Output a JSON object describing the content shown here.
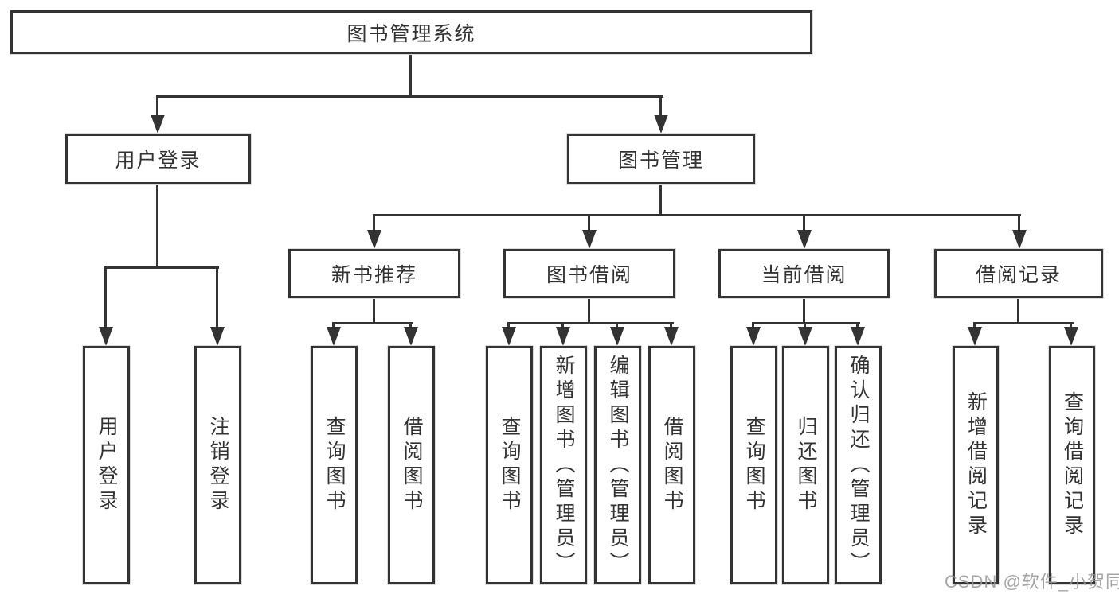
{
  "title": "图书管理系统",
  "colors": {
    "line": "#333333",
    "text": "#333333",
    "background": "#ffffff",
    "watermark": "#969696"
  },
  "watermark": "CSDN @软件_小贺同学",
  "nodes": {
    "root": "图书管理系统",
    "user_login": "用户登录",
    "book_mgmt": "图书管理",
    "new_book_rec": "新书推荐",
    "book_borrowing": "图书借阅",
    "current_borrowing": "当前借阅",
    "borrowing_records": "借阅记录",
    "leaf_user_login": "用户登录",
    "leaf_logout": "注销登录",
    "rec_query_books": "查询图书",
    "rec_borrow_books": "借阅图书",
    "bb_query_books": "查询图书",
    "bb_add_books": "新增图书（管理员）",
    "bb_edit_books": "编辑图书（管理员）",
    "bb_borrow_books": "借阅图书",
    "cb_query_books": "查询图书",
    "cb_return_books": "归还图书",
    "cb_confirm_return": "确认归还（管理员）",
    "br_add_record": "新增借阅记录",
    "br_query_record": "查询借阅记录"
  },
  "hierarchy": {
    "root": [
      "user_login",
      "book_mgmt"
    ],
    "user_login": [
      "leaf_user_login",
      "leaf_logout"
    ],
    "book_mgmt": [
      "new_book_rec",
      "book_borrowing",
      "current_borrowing",
      "borrowing_records"
    ],
    "new_book_rec": [
      "rec_query_books",
      "rec_borrow_books"
    ],
    "book_borrowing": [
      "bb_query_books",
      "bb_add_books",
      "bb_edit_books",
      "bb_borrow_books"
    ],
    "current_borrowing": [
      "cb_query_books",
      "cb_return_books",
      "cb_confirm_return"
    ],
    "borrowing_records": [
      "br_add_record",
      "br_query_record"
    ]
  }
}
